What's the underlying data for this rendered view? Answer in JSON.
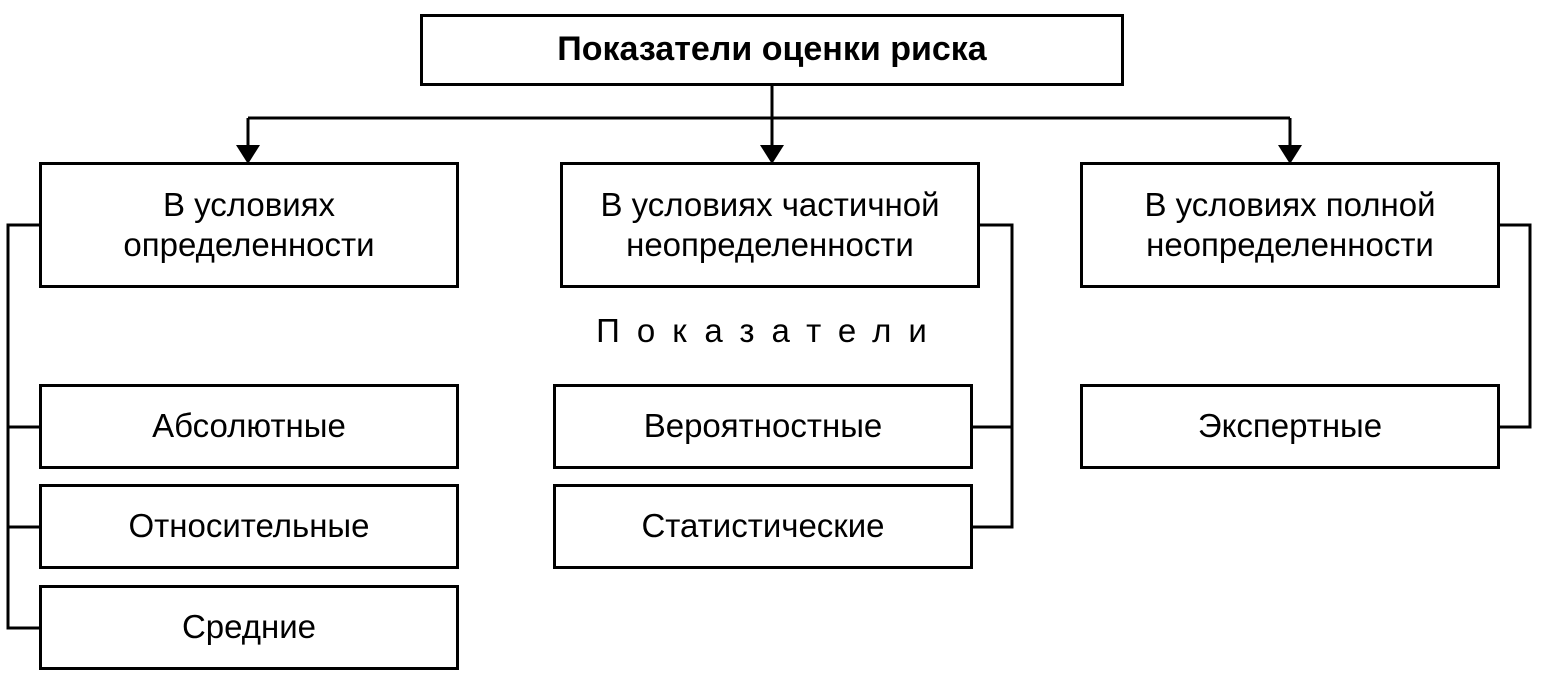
{
  "title": "Показатели оценки риска",
  "categories": [
    {
      "label": "В условиях\nопределенности"
    },
    {
      "label": "В условиях частичной\nнеопределенности"
    },
    {
      "label": "В условиях полной\nнеопределенности"
    }
  ],
  "indicators_label": "Показатели",
  "indicators": {
    "certainty": [
      "Абсолютные",
      "Относительные",
      "Средние"
    ],
    "partial_uncertainty": [
      "Вероятностные",
      "Статистические"
    ],
    "full_uncertainty": [
      "Экспертные"
    ]
  }
}
